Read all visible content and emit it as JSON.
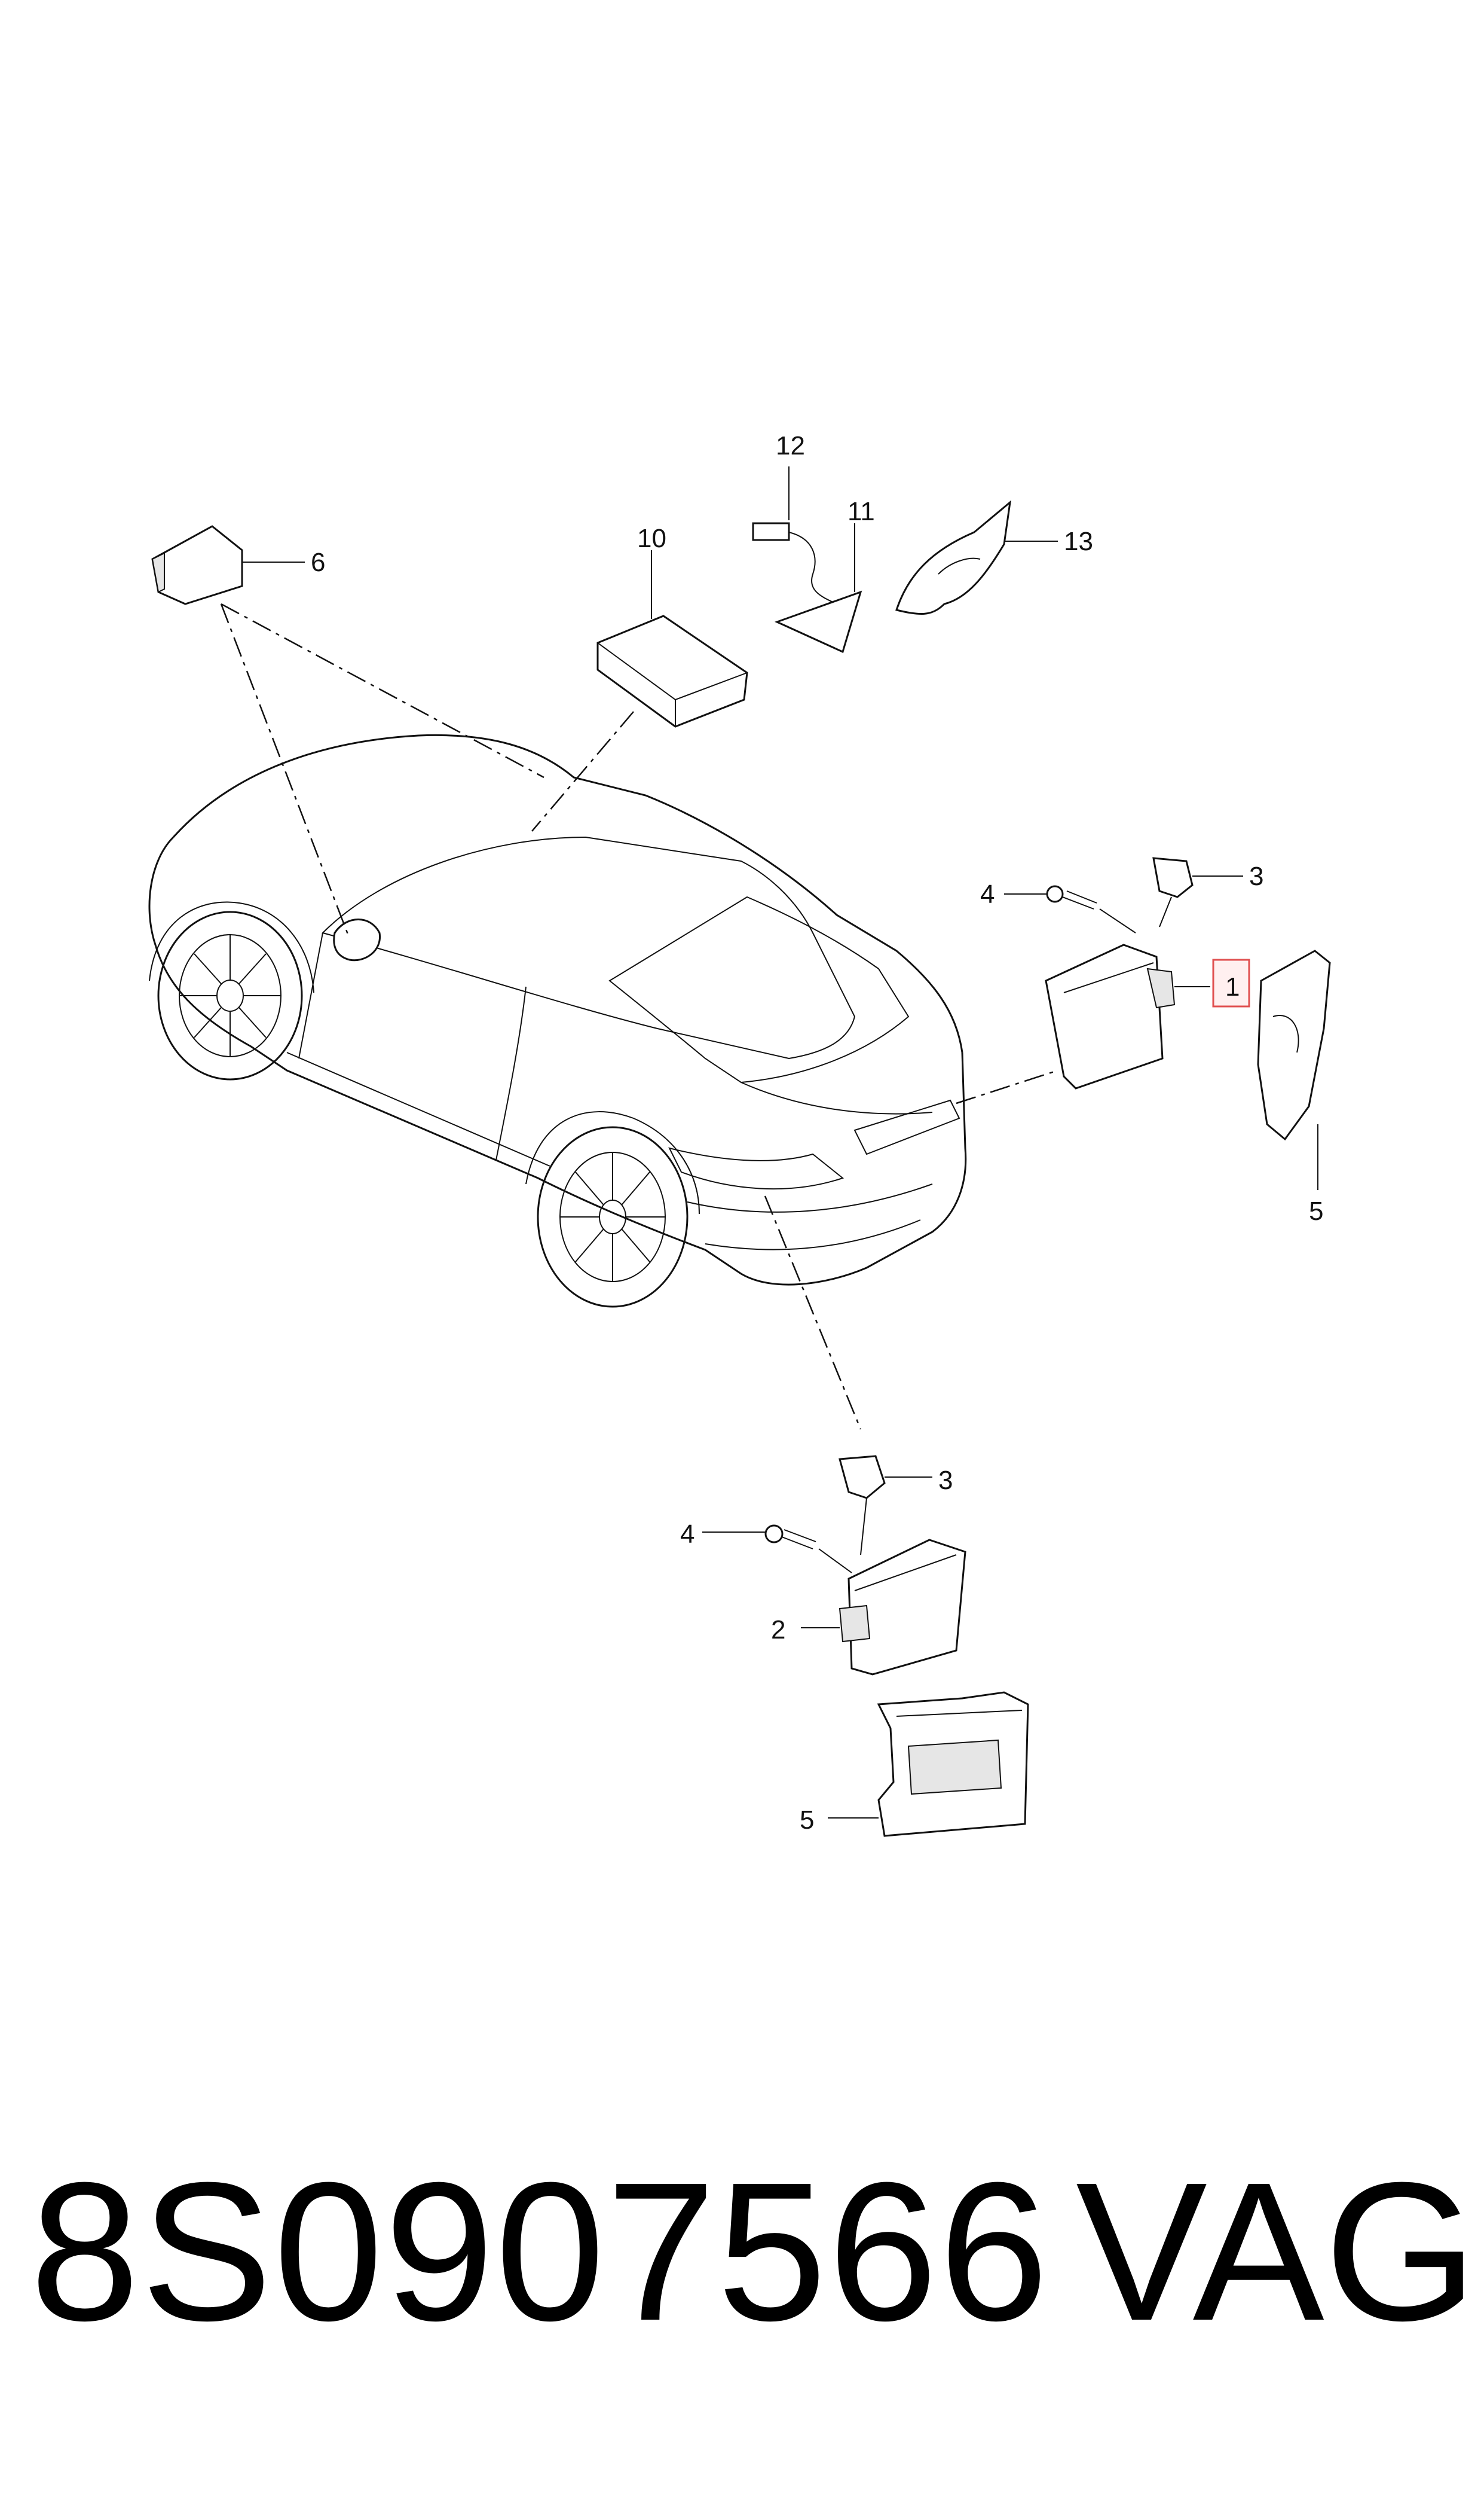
{
  "diagram": {
    "callouts": [
      {
        "id": "12",
        "label": "12"
      },
      {
        "id": "11",
        "label": "11"
      },
      {
        "id": "13",
        "label": "13"
      },
      {
        "id": "10",
        "label": "10"
      },
      {
        "id": "6",
        "label": "6"
      },
      {
        "id": "4a",
        "label": "4"
      },
      {
        "id": "3a",
        "label": "3"
      },
      {
        "id": "1",
        "label": "1",
        "highlighted": true
      },
      {
        "id": "5a",
        "label": "5"
      },
      {
        "id": "3b",
        "label": "3"
      },
      {
        "id": "4b",
        "label": "4"
      },
      {
        "id": "2",
        "label": "2"
      },
      {
        "id": "5b",
        "label": "5"
      }
    ],
    "highlight_color": "#e05050"
  },
  "footer": {
    "part_number": "8S0907566",
    "brand": "VAG"
  }
}
